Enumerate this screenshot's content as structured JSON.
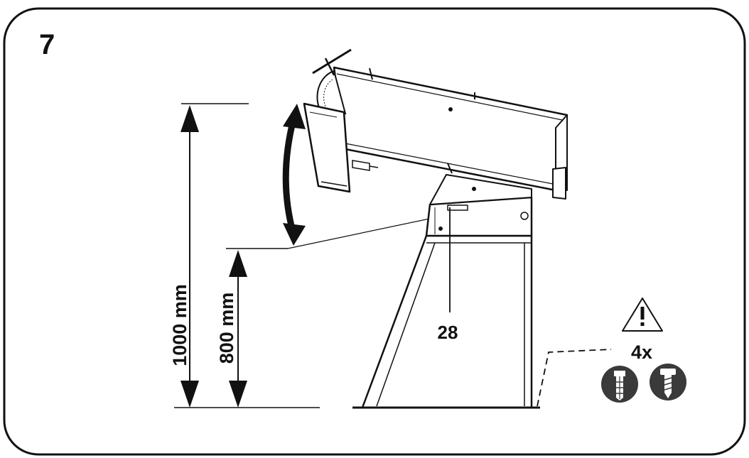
{
  "step_number": "7",
  "dimensions": {
    "height_max": "1000 mm",
    "height_min": "800 mm"
  },
  "part_callout": "28",
  "fastener_note": {
    "quantity": "4x",
    "warning_icon": "warning-triangle-icon",
    "icons": [
      "wall-plug-icon",
      "screw-icon"
    ]
  },
  "colors": {
    "line": "#111111",
    "icon_fill": "#3a3a3a",
    "background": "#ffffff"
  }
}
